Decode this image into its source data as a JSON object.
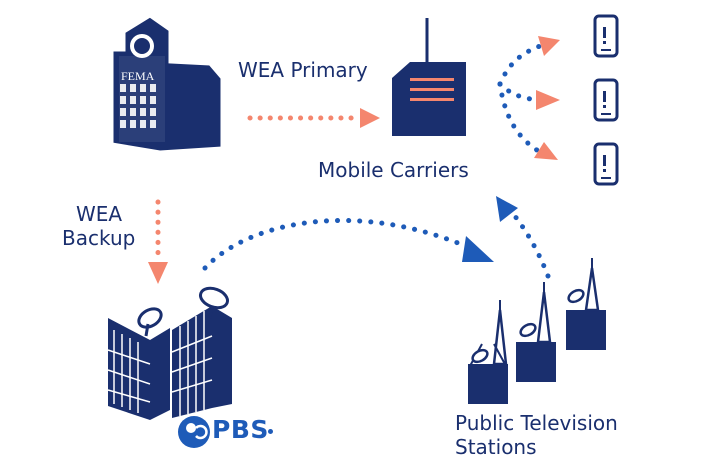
{
  "labels": {
    "wea_primary": "WEA Primary",
    "mobile_carriers": "Mobile Carriers",
    "wea_backup_line1": "WEA",
    "wea_backup_line2": "Backup",
    "public_tv_line1": "Public Television",
    "public_tv_line2": "Stations",
    "fema": "FEMA",
    "pbs": "PBS"
  },
  "colors": {
    "navy": "#1a2f6e",
    "salmon": "#f4866e",
    "blue_arrow": "#1e5bb8",
    "white": "#ffffff"
  },
  "icons": {
    "fema_building": "building-icon",
    "carrier_tower": "cell-tower-icon",
    "phone": "phone-alert-icon",
    "pbs_station": "broadcast-building-icon",
    "tv_tower": "tv-tower-icon",
    "pbs_logo": "pbs-logo-icon"
  }
}
